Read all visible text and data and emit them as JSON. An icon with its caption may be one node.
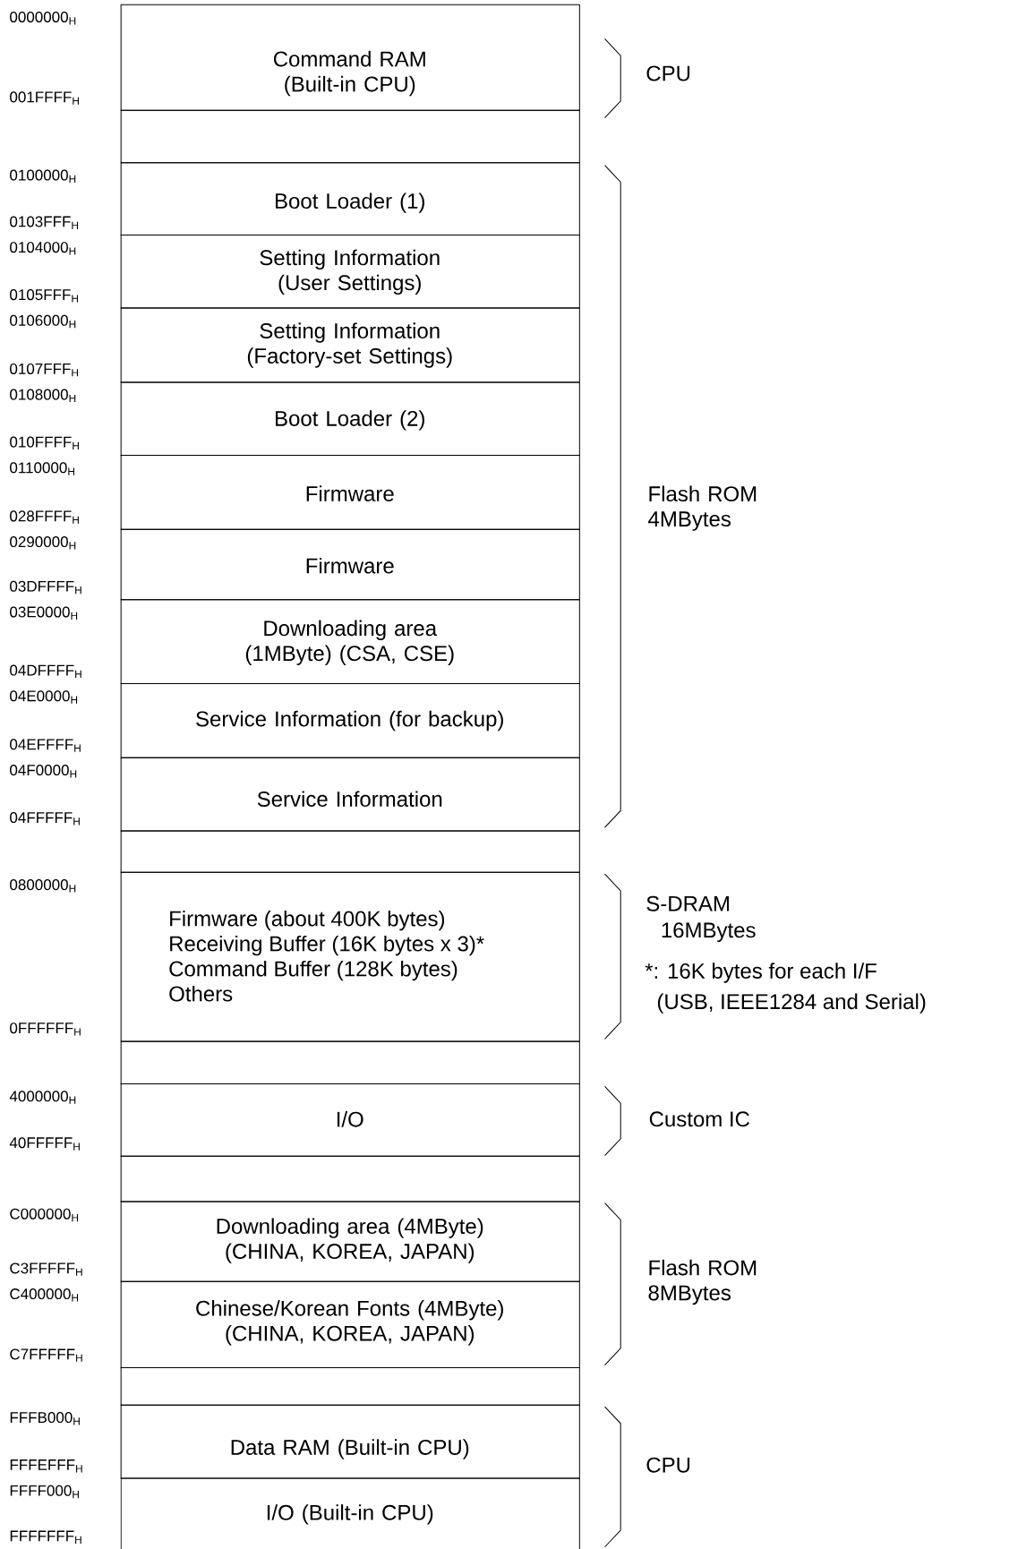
{
  "diagram": {
    "nodes": [
      {
        "text": [
          "Command RAM (Built-in CPU)"
        ],
        "beside": [
          "0000000$_{H}$",
          "001FFFF$_{H}$"
        ]
      },
      {
        "text": [],
        "shape": "box"
      },
      {
        "text": [
          "Boot Loader (1)"
        ],
        "beside": [
          "0100000$_{H}$",
          "0103FFF$_{H}$"
        ]
      },
      {
        "text": [
          "Setting Information (User Settings)"
        ],
        "beside": [
          "0104000$_{H}$",
          "0105FFF$_{H}$"
        ]
      },
      {
        "text": [
          "Setting Information (Factory-set Settings)"
        ],
        "beside": [
          "0106000$_{H}$",
          "0107FFF$_{H}$"
        ]
      },
      {
        "text": [
          "Boot Loader (2)"
        ],
        "beside": [
          "0108000$_{H}$",
          "010FFFF$_{H}$"
        ]
      },
      {
        "text": [
          "Firmware"
        ],
        "beside": [
          "0110000$_{H}$",
          "028FFFF$_{H}$"
        ]
      },
      {
        "text": [
          "Firmware"
        ],
        "beside": [
          "0290000$_{H}$",
          "03DFFFF$_{H}$"
        ]
      },
      {
        "text": [
          "Downloading area (1MByte) (CSA, CSE)"
        ],
        "beside": [
          "03E0000$_{H}$",
          "04DFFFF$_{H}$"
        ]
      },
      {
        "text": [
          "Service Information (for backup)"
        ],
        "beside": [
          "04E0000$_{H}$",
          "04EFFFF$_{H}$"
        ]
      },
      {
        "text": [
          "Service Information"
        ],
        "beside": [
          "04F0000$_{H}$",
          "04FFFFF$_{H}$"
        ]
      },
      {
        "text": [],
        "shape": "box"
      },
      {
        "text": [
          "Firmware (about 400K bytes)",
          "Receiving Buffer (16K bytes x 3)*",
          "Command Buffer (128K bytes)",
          "Others"
        ],
        "beside": [
          "0800000$_{H}$",
          "0FFFFFF$_{H}$"
        ]
      },
      {
        "text": [],
        "shape": "box"
      },
      {
        "text": [
          "I/O"
        ],
        "beside": [
          "4000000$_{H}$",
          "40FFFFF$_{H}$"
        ]
      },
      {
        "text": [],
        "shape": "box"
      },
      {
        "text": [
          "Downloading area (4MByte) (CHINA, KOREA, JAPAN)"
        ],
        "beside": [
          "C000000$_{H}$",
          "C3FFFFF$_{H}$"
        ]
      },
      {
        "text": [
          "Chinese/Korean Fonts (4MByte) (CHINA, KOREA, JAPAN)"
        ],
        "beside": [
          "C400000$_{H}$",
          "C7FFFFF$_{H}$"
        ]
      },
      {
        "text": [],
        "shape": "box"
      },
      {
        "text": [
          "Data RAM (Built-in CPU)"
        ],
        "beside": [
          "FFFB000$_{H}$",
          "FFFEFFF$_{H}$"
        ]
      },
      {
        "text": [
          "I/O (Built-in CPU)"
        ],
        "beside": [
          "FFFF000$_{H}$",
          "FFFFFFF$_{H}$"
        ]
      }
    ],
    "labels": [
      "CPU",
      "Flash ROM 4MBytes",
      "S-DRAM",
      "16MBytes",
      "*: 16K bytes for each I/F",
      "(USB, IEEE1284 and Serial)",
      "Custom IC",
      "Flash ROM 8MBytes",
      "CPU"
    ]
  }
}
